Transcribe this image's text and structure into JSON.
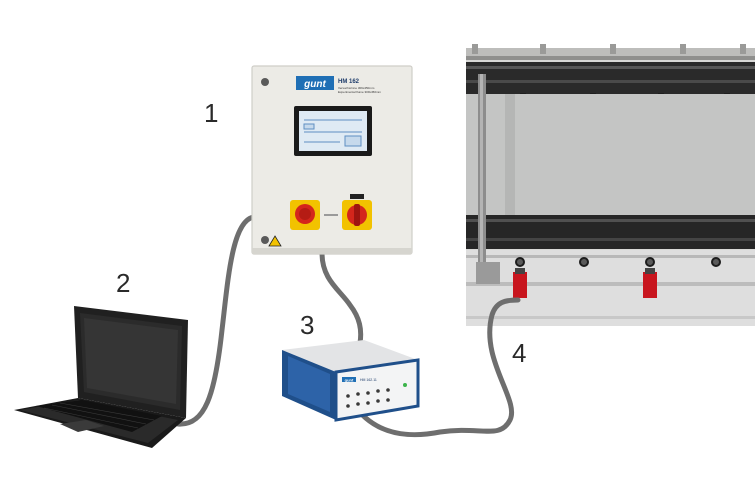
{
  "labels": {
    "n1": "1",
    "n2": "2",
    "n3": "3",
    "n4": "4"
  },
  "control_cabinet": {
    "brand": "gunt",
    "model": "HM 162",
    "subtitle_line1": "Versuchsrinne 309x450mm",
    "subtitle_line2": "Experimental flume 309x450mm"
  },
  "daq_box": {
    "brand": "gunt",
    "model": "HM 162.11"
  },
  "colors": {
    "gunt_blue": "#1f6fb5",
    "cabinet": "#ecebe6",
    "cable": "#6e6e6e",
    "emergency_red": "#d4261c",
    "emergency_yellow": "#f2c200",
    "sensor_red": "#c8151e"
  },
  "icons": [
    "laptop-icon",
    "cabinet-icon",
    "daq-box-icon",
    "flume-icon",
    "emergency-stop-icon",
    "main-switch-icon",
    "warning-icon"
  ]
}
